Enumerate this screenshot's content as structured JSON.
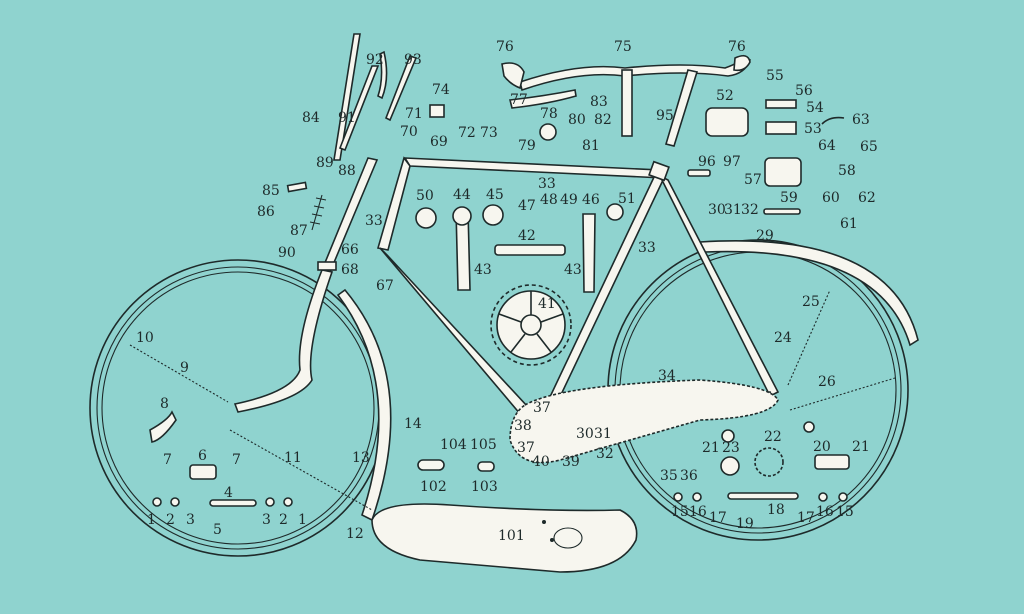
{
  "colors": {
    "background": "#8fd3cf",
    "ink": "#1e2a2a",
    "paper": "#f7f6ef"
  },
  "labels": {
    "l1a": "1",
    "l2a": "2",
    "l3a": "3",
    "l4": "4",
    "l5": "5",
    "l3b": "3",
    "l2b": "2",
    "l1b": "1",
    "l6": "6",
    "l7a": "7",
    "l7b": "7",
    "l8": "8",
    "l9": "9",
    "l10": "10",
    "l11": "11",
    "l12": "12",
    "l13": "13",
    "l14": "14",
    "l15a": "15",
    "l16a": "16",
    "l17a": "17",
    "l18": "18",
    "l19": "19",
    "l17b": "17",
    "l16b": "16",
    "l15b": "15",
    "l20": "20",
    "l21a": "21",
    "l21b": "21",
    "l22": "22",
    "l23": "23",
    "l24": "24",
    "l25": "25",
    "l26": "26",
    "l29": "29",
    "l30a": "30",
    "l31a": "31",
    "l32a": "32",
    "l30b": "30",
    "l31b": "31",
    "l32b": "32",
    "l33a": "33",
    "l33b": "33",
    "l33c": "33",
    "l34": "34",
    "l35": "35",
    "l36": "36",
    "l37a": "37",
    "l37b": "37",
    "l38": "38",
    "l39": "39",
    "l40": "40",
    "l41": "41",
    "l42": "42",
    "l43a": "43",
    "l43b": "43",
    "l44": "44",
    "l45": "45",
    "l46": "46",
    "l47": "47",
    "l48": "48",
    "l49": "49",
    "l50": "50",
    "l51": "51",
    "l52": "52",
    "l53": "53",
    "l54": "54",
    "l55": "55",
    "l56": "56",
    "l57": "57",
    "l58": "58",
    "l59": "59",
    "l60": "60",
    "l61": "61",
    "l62": "62",
    "l63": "63",
    "l64": "64",
    "l65": "65",
    "l66": "66",
    "l67": "67",
    "l68": "68",
    "l69": "69",
    "l70": "70",
    "l71": "71",
    "l72": "72",
    "l73": "73",
    "l74": "74",
    "l75": "75",
    "l76a": "76",
    "l76b": "76",
    "l77": "77",
    "l78": "78",
    "l79": "79",
    "l80": "80",
    "l81": "81",
    "l82": "82",
    "l83": "83",
    "l84": "84",
    "l85": "85",
    "l86": "86",
    "l87": "87",
    "l88": "88",
    "l89": "89",
    "l90": "90",
    "l91": "91",
    "l92": "92",
    "l93": "93",
    "l95": "95",
    "l96": "96",
    "l97": "97",
    "l101": "101",
    "l102": "102",
    "l103": "103",
    "l104": "104",
    "l105": "105"
  }
}
